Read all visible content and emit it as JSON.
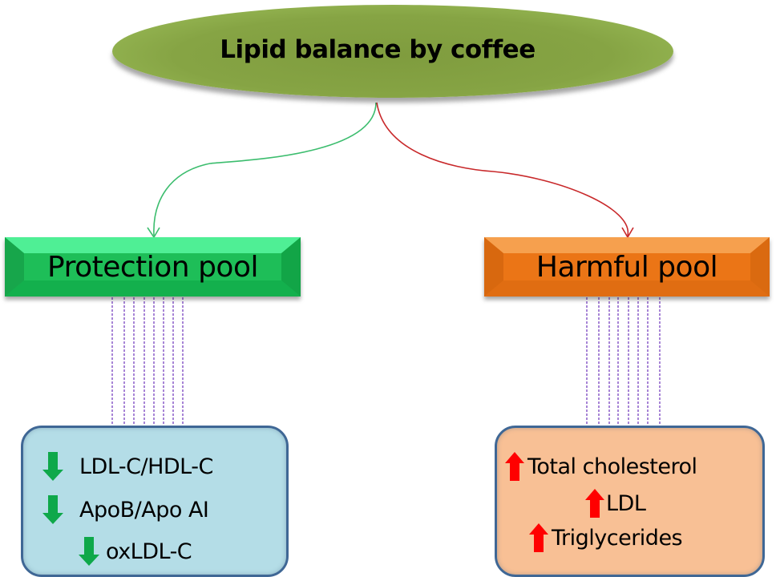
{
  "title": "Lipid balance by coffee",
  "colors": {
    "protection_connector": "#3cbd6e",
    "harmful_connector": "#c8282a",
    "dashed_links": "#8a5cc8",
    "down_arrow": "#0ea84a",
    "up_arrow": "#ff0000"
  },
  "pools": {
    "protection": {
      "label": "Protection pool",
      "effects": [
        {
          "direction": "down",
          "icon": "down-arrow-icon",
          "label": "LDL-C/HDL-C"
        },
        {
          "direction": "down",
          "icon": "down-arrow-icon",
          "label": "ApoB/Apo AI"
        },
        {
          "direction": "down",
          "icon": "down-arrow-icon",
          "label": "oxLDL-C"
        }
      ]
    },
    "harmful": {
      "label": "Harmful pool",
      "effects": [
        {
          "direction": "up",
          "icon": "up-arrow-icon",
          "label": "Total cholesterol"
        },
        {
          "direction": "up",
          "icon": "up-arrow-icon",
          "label": "LDL"
        },
        {
          "direction": "up",
          "icon": "up-arrow-icon",
          "label": "Triglycerides"
        }
      ]
    }
  }
}
